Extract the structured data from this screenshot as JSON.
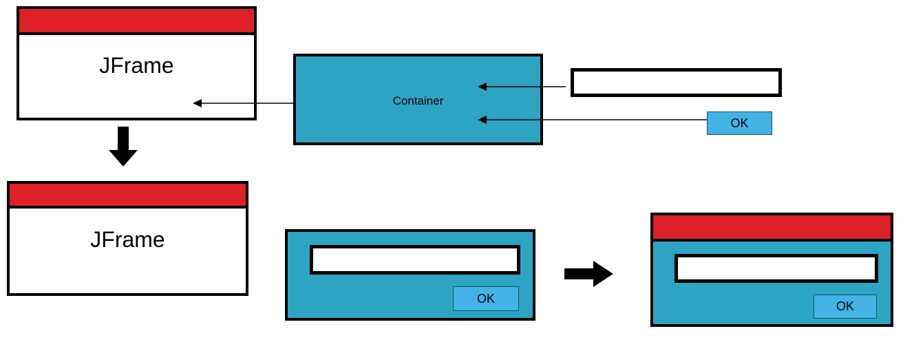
{
  "colors": {
    "titlebar": "#dd2127",
    "container": "#2ea4c3",
    "ok_button": "#41b4e5",
    "field": "#ffffff",
    "outline": "#000000"
  },
  "frames": {
    "top_label": "JFrame",
    "bottom_label": "JFrame"
  },
  "container": {
    "label": "Container"
  },
  "buttons": {
    "ok_top": "OK",
    "ok_middle": "OK",
    "ok_right": "OK"
  },
  "icons": {
    "arrows": [
      "arrow-left-icon",
      "arrow-down-icon",
      "arrow-right-icon"
    ]
  }
}
